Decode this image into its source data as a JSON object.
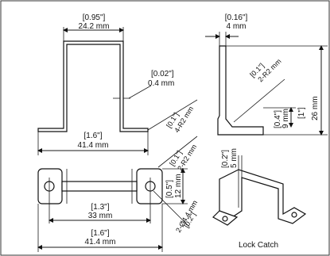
{
  "top_view": {
    "width_in": "[0.95\"]",
    "width_mm": "24.2 mm",
    "thickness_in": "[0.02\"]",
    "thickness_mm": "0.4 mm",
    "bend_radius_in": "[0.1\"]",
    "bend_radius_mm": "4-R2 mm",
    "overall_in": "[1.6\"]",
    "overall_mm": "41.4 mm"
  },
  "side_view": {
    "width_in": "[0.16\"]",
    "width_mm": "4 mm",
    "radius_in": "[0.1\"]",
    "radius_mm": "2-R2 mm",
    "height_in": "[1\"]",
    "height_mm": "26 mm",
    "step_in": "[0.4\"]",
    "step_mm": "9 mm"
  },
  "bottom_view": {
    "hole_radius_in": "[0.1\"]",
    "hole_radius_mm": "2-R2 mm",
    "depth_in": "[0.5\"]",
    "depth_mm": "12 mm",
    "hole_spacing_in": "[1.3\"]",
    "hole_spacing_mm": "33 mm",
    "overall_in": "[1.6\"]",
    "overall_mm": "41.4 mm",
    "hole_dia_in": "[0.2\"]",
    "hole_dia_mm": "2-Ø4.4 mm"
  },
  "iso_view": {
    "dim_in": "[0.2\"]",
    "dim_mm": "5 mm",
    "caption": "Lock Catch"
  }
}
